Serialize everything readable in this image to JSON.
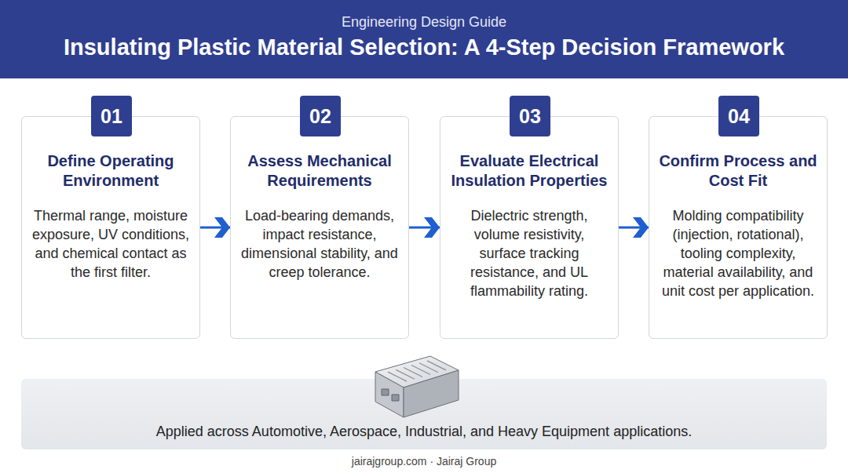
{
  "diagram": {
    "title": "Insulating Plastic Material Selection: A 4-Step Decision Framework",
    "nodes": [
      {
        "text": [
          "Define Operating Environment",
          "Thermal range, moisture exposure, UV conditions, and chemical contact as the first filter."
        ]
      },
      {
        "text": [
          "01"
        ],
        "in": 0
      },
      {
        "text": [
          "Assess Mechanical Requirements",
          "Load-bearing demands, impact resistance, dimensional stability, and creep tolerance."
        ]
      },
      {
        "text": [
          "02"
        ],
        "in": 2
      },
      {
        "text": [
          "Evaluate Electrical Insulation Properties",
          "Dielectric strength, volume resistivity, surface tracking resistance, and UL flammability rating."
        ]
      },
      {
        "text": [
          "03"
        ],
        "in": 4
      },
      {
        "text": [
          "Confirm Process and Cost Fit",
          "Molding compatibility (injection, rotational), tooling complexity, material availability, and unit cost per application."
        ]
      },
      {
        "text": [
          "04"
        ],
        "in": 6
      },
      {
        "text": [
          "Applied across Automotive, Aerospace, Industrial, and Heavy Equipment applications."
        ]
      }
    ],
    "edges": [
      {
        "from": 0,
        "to": 2,
        "arrow": "to"
      },
      {
        "from": 2,
        "to": 4,
        "arrow": "to"
      },
      {
        "from": 4,
        "to": 6,
        "arrow": "to"
      }
    ],
    "labels": [
      "Engineering Design Guide",
      "jairajgroup.com · Jairaj Group"
    ]
  }
}
